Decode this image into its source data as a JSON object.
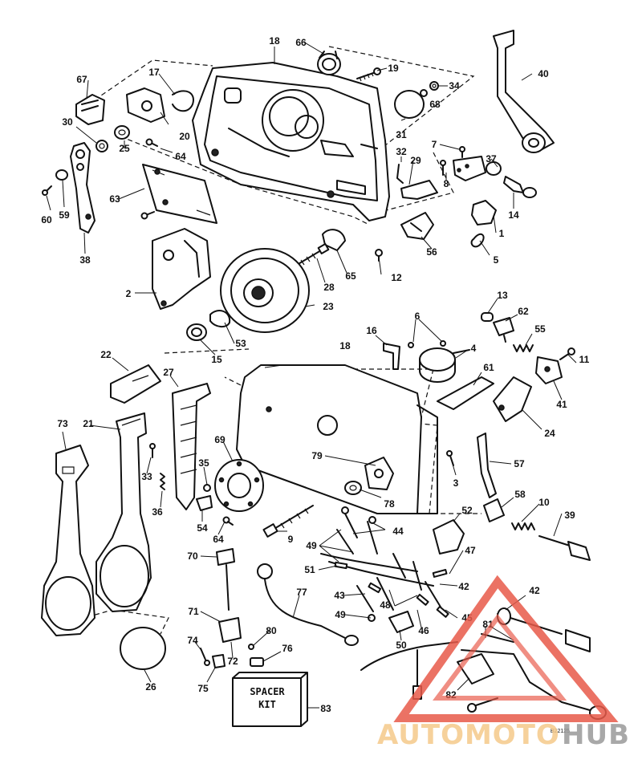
{
  "diagram": {
    "drawing_code": "B22125",
    "spacer_kit": {
      "line1": "SPACER",
      "line2": "KIT",
      "number": "83"
    },
    "callouts": [
      "18",
      "66",
      "19",
      "67",
      "17",
      "34",
      "68",
      "40",
      "30",
      "20",
      "31",
      "25",
      "64",
      "7",
      "37",
      "32",
      "29",
      "8",
      "60",
      "59",
      "63",
      "14",
      "1",
      "38",
      "56",
      "65",
      "2",
      "28",
      "5",
      "12",
      "23",
      "13",
      "62",
      "53",
      "15",
      "6",
      "55",
      "16",
      "4",
      "22",
      "27",
      "11",
      "41",
      "61",
      "24",
      "73",
      "21",
      "69",
      "79",
      "33",
      "57",
      "3",
      "35",
      "36",
      "78",
      "58",
      "10",
      "39",
      "54",
      "64",
      "9",
      "52",
      "44",
      "70",
      "49",
      "47",
      "51",
      "42",
      "43",
      "77",
      "71",
      "48",
      "45",
      "46",
      "49",
      "50",
      "81",
      "80",
      "72",
      "74",
      "76",
      "26",
      "82",
      "75",
      "18",
      "42"
    ],
    "watermark": {
      "part1": "AUTOMOTO",
      "part2": "HUB",
      "color1": "#f5c98a",
      "color2": "#9a9a9a",
      "triangle_color": "#e85a4a"
    }
  }
}
